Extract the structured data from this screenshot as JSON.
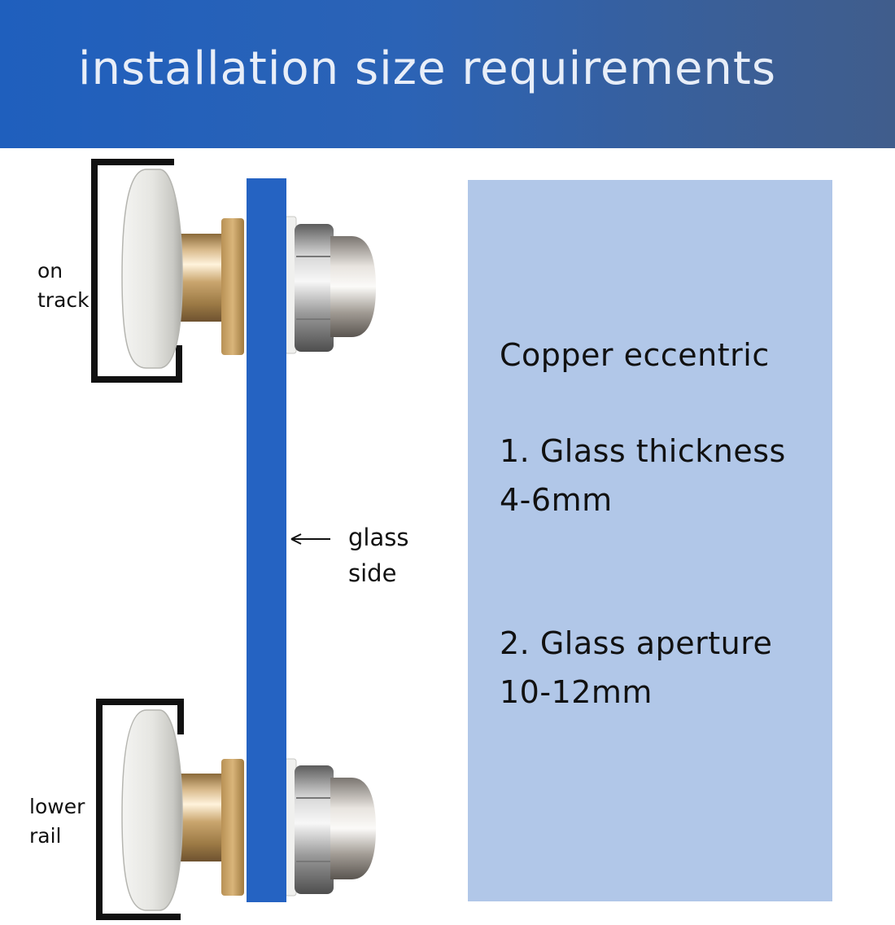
{
  "header": {
    "title": "installation size requirements",
    "color": "#2b63b6"
  },
  "diagram": {
    "labels": {
      "top_bracket": [
        "on",
        "track"
      ],
      "bottom_bracket": [
        "lower",
        "rail"
      ],
      "glass": [
        "glass",
        "side"
      ]
    },
    "glass_color": "#2563c2"
  },
  "info_panel": {
    "background": "#b1c7e8",
    "heading": "Copper eccentric",
    "item1_title": "1. Glass thickness",
    "item1_value": "4-6mm",
    "item2_title": "2. Glass aperture",
    "item2_value": "10-12mm"
  }
}
